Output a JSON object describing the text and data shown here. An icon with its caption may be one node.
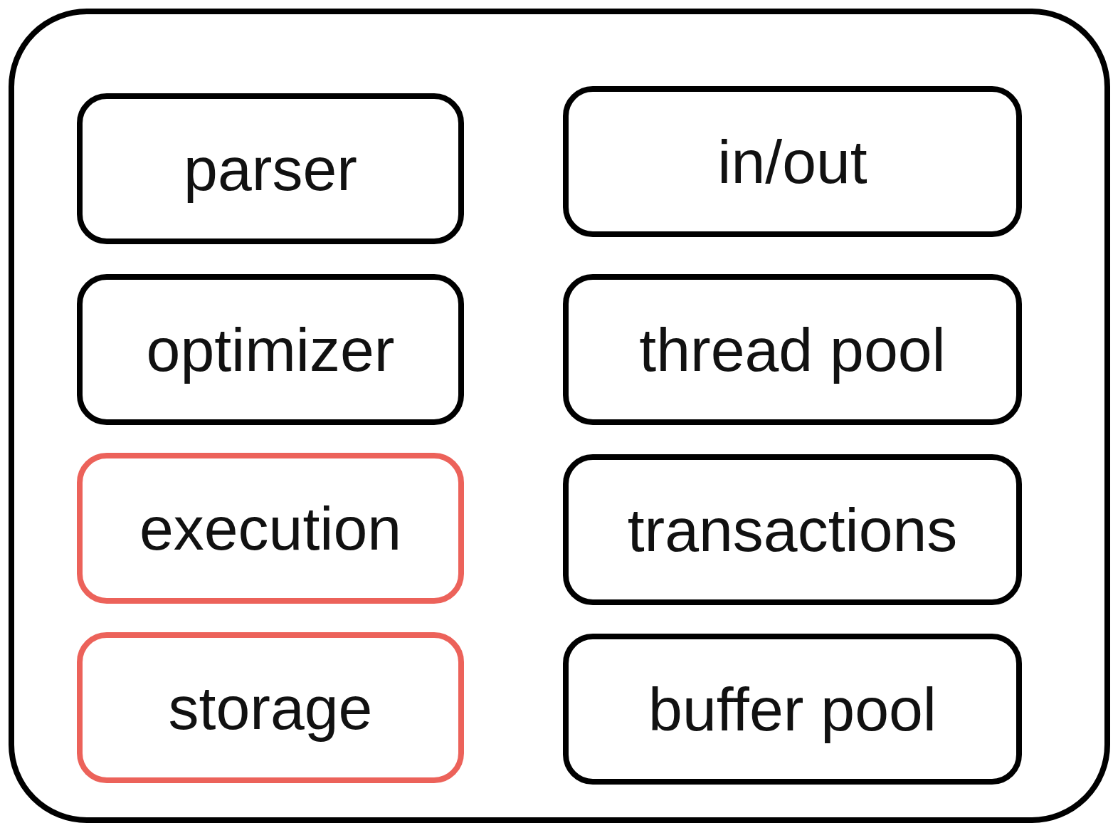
{
  "diagram": {
    "nodes": [
      {
        "text": [],
        "shape": "box"
      },
      {
        "text": [
          "parser"
        ],
        "in": 0
      },
      {
        "text": [
          "in/out"
        ],
        "in": 0
      },
      {
        "text": [
          "optimizer"
        ],
        "in": 0
      },
      {
        "text": [
          "thread pool"
        ],
        "in": 0
      },
      {
        "text": [
          "execution"
        ],
        "in": 0
      },
      {
        "text": [
          "transactions"
        ],
        "in": 0
      },
      {
        "text": [
          "storage"
        ],
        "in": 0
      },
      {
        "text": [
          "buffer pool"
        ],
        "in": 0
      }
    ]
  }
}
